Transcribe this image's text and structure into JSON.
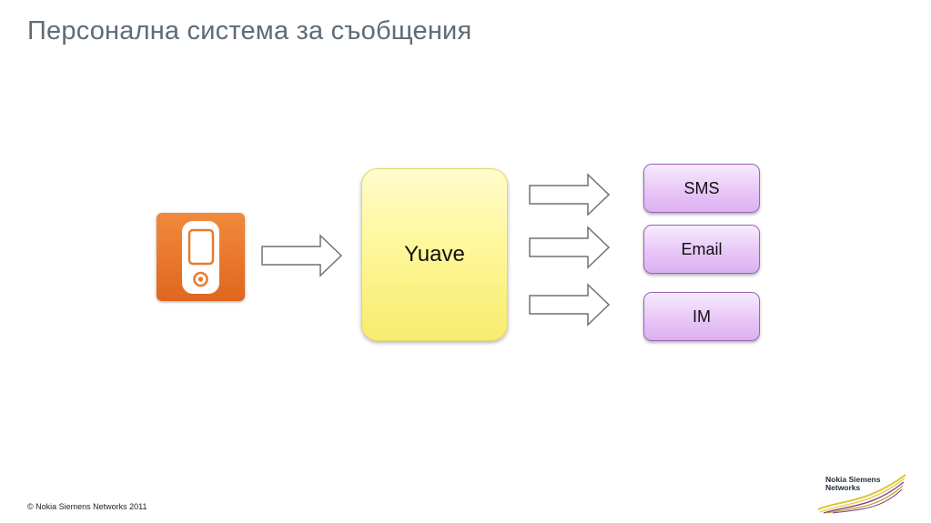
{
  "slide": {
    "title": "Персонална система за съобщения",
    "footer": "© Nokia Siemens Networks 2011"
  },
  "diagram": {
    "source_icon": "mobile-phone-icon",
    "hub_label": "Yuave",
    "channels": [
      {
        "label": "SMS"
      },
      {
        "label": "Email"
      },
      {
        "label": "IM"
      }
    ]
  },
  "logo": {
    "line1": "Nokia Siemens",
    "line2": "Networks"
  },
  "colors": {
    "title": "#5f6b78",
    "phone_bg": "#e87a2c",
    "hub_fill": "#fff79a",
    "channel_fill": "#e8c7f7",
    "channel_border": "#9b65b5"
  }
}
